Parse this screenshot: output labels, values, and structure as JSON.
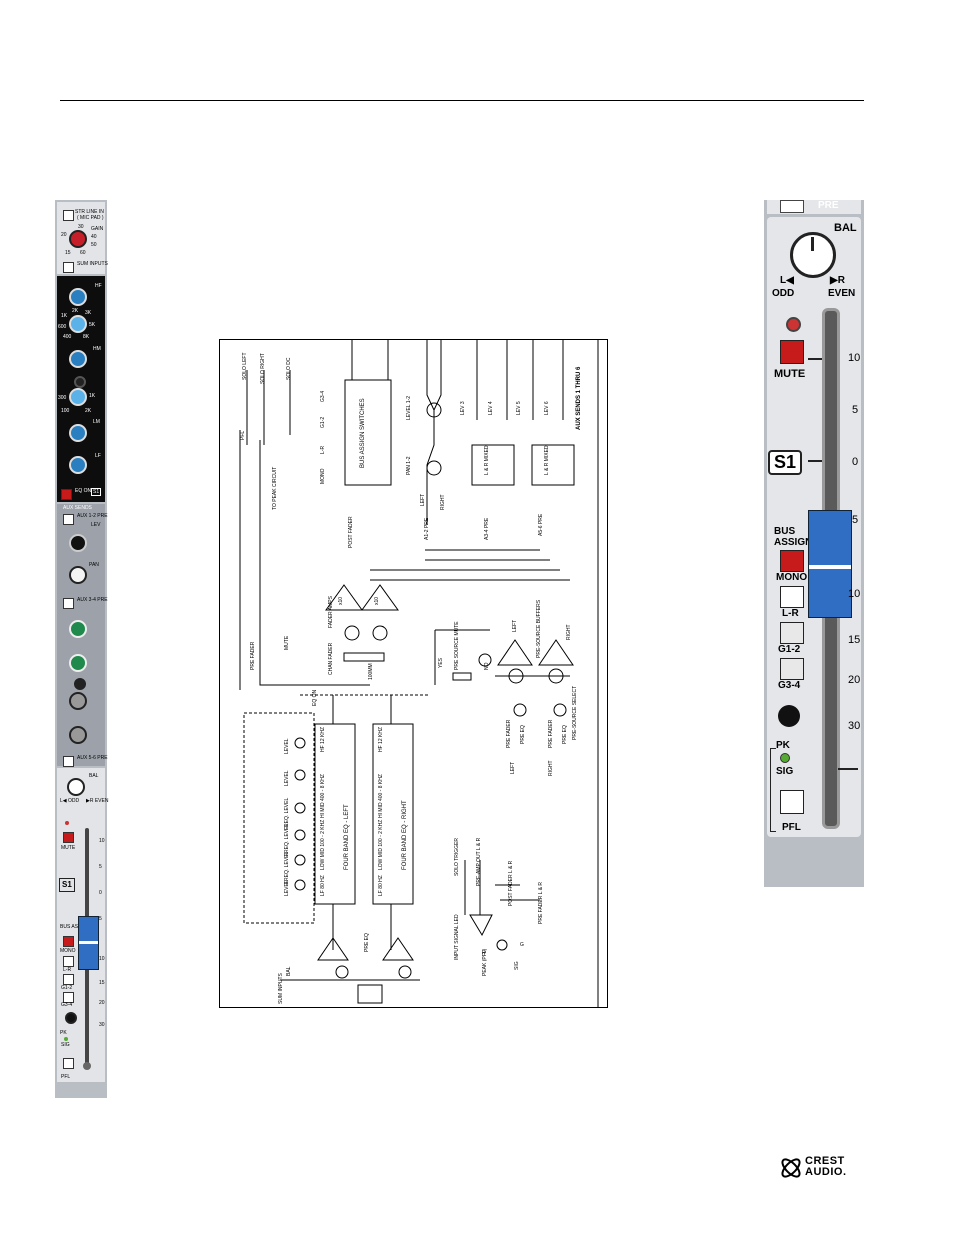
{
  "strip": {
    "stereo_in": "STR LINE IN",
    "mic_pad": "( MIC PAD )",
    "gain_label": "GAIN",
    "gain_scale": [
      "20",
      "30",
      "40",
      "50",
      "15",
      "60"
    ],
    "sum_inputs": "SUM INPUTS",
    "hf": "HF",
    "hm": "HM",
    "lm": "LM",
    "lf": "LF",
    "freq_hm": [
      "1K",
      "2K",
      "3K",
      "5K",
      "600",
      "400",
      "8K"
    ],
    "freq_lm": [
      "300",
      "1K",
      "100",
      "2K"
    ],
    "eq_on": "EQ ON",
    "s1": "S1",
    "aux_sends": "AUX SENDS",
    "aux12": "AUX 1-2 PRE",
    "lev": "LEV",
    "pan": "PAN",
    "aux34": "AUX 3-4 PRE",
    "aux56": "AUX 5-6 PRE",
    "bal": "BAL",
    "odd": "L◀ ODD",
    "even": "▶R EVEN",
    "mute": "MUTE",
    "bus_assign": "BUS ASSIGN",
    "mono": "MONO",
    "lr": "L-R",
    "g12": "G1-2",
    "g34": "G3-4",
    "pk": "PK",
    "sig": "SIG",
    "pfl": "PFL",
    "fader_scale": [
      "10",
      "5",
      "0",
      "5",
      "10",
      "15",
      "20",
      "30"
    ]
  },
  "diagram": {
    "solo_left": "SOLO LEFT",
    "solo_right": "SOLO RIGHT",
    "solo_dc": "SOLO DC",
    "pfl": "PFL",
    "to_peak": "TO PEAK CIRCUIT",
    "bus_assign": "BUS ASSIGN SWITCHES",
    "bus_labels": [
      "G3-4",
      "G1-2",
      "L-R",
      "MONO"
    ],
    "post_fader": "POST FADER",
    "level12": "LEVEL 1-2",
    "pan12": "PAN 1-2",
    "left": "LEFT",
    "right": "RIGHT",
    "lev3": "LEV 3",
    "lev4": "LEV 4",
    "lev5": "LEV 5",
    "lev6": "LEV 6",
    "lr_mixed": "L & R MIXED",
    "aux_sends": "AUX SENDS 1 THRU 6",
    "a12": "A1-2 PRE",
    "a34": "A3-4 PRE",
    "a56": "A5-6 PRE",
    "fader_amps": "FADER AMPS",
    "x10": "x10",
    "mute": "MUTE",
    "pre_fader": "PRE FADER",
    "chan_fader": "CHAN FADER",
    "mm100": "100MM",
    "pre_source_mute": "PRE SOURCE MUTE",
    "yes": "YES",
    "no": "NO",
    "pre_source_buffers": "PRE-SOURCE BUFFERS",
    "pre_source_select": "PRE-SOURCE SELECT",
    "eq_on": "EQ ON",
    "eq_rows": [
      "LEVEL",
      "LEVEL",
      "FREQ. LEVEL",
      "FREQ. LEVEL",
      "FREQ. LEVEL",
      "LEVEL"
    ],
    "band_left": "FOUR BAND EQ - LEFT",
    "band_right": "FOUR BAND EQ - RIGHT",
    "hf": "HF 12 KHZ",
    "hi_mid": "HI MID 400 - 8 KHZ",
    "low_mid": "LOW MID 100 - 2 KHZ",
    "lf": "LF 80 HZ",
    "pre_eq": "PRE EQ",
    "pre_fader_lbl": "PRE FADER",
    "solo_trigger": "SOLO TRIGGER",
    "pre_amp_lr": "PRE-AMP OUT L & R",
    "post_fader_lr": "POST FADER L & R",
    "pre_fader_lr": "PRE FADER L & R",
    "input_signal_led": "INPUT SIGNAL LED",
    "peak_pfl": "PEAK (PFL)",
    "r": "R",
    "g": "G",
    "sig": "SIG",
    "bal": "BAL",
    "sum_inputs": "SUM INPUTS"
  },
  "zoom": {
    "pre": "PRE",
    "bal": "BAL",
    "odd_l": "L◀",
    "odd": "ODD",
    "even_r": "▶R",
    "even": "EVEN",
    "mute": "MUTE",
    "s1": "S1",
    "bus_assign": "BUS ASSIGN",
    "mono": "MONO",
    "lr": "L-R",
    "g12": "G1-2",
    "g34": "G3-4",
    "pk": "PK",
    "sig": "SIG",
    "pfl": "PFL",
    "scale": [
      "10",
      "5",
      "0",
      "5",
      "10",
      "15",
      "20",
      "30"
    ]
  },
  "logo": {
    "line1": "CREST",
    "line2": "AUDIO."
  },
  "colors": {
    "accent_red": "#c71a1a",
    "knob_blue": "#2a7fc0",
    "knob_green": "#1f8a4c",
    "fader_blue": "#2f6ec2"
  }
}
